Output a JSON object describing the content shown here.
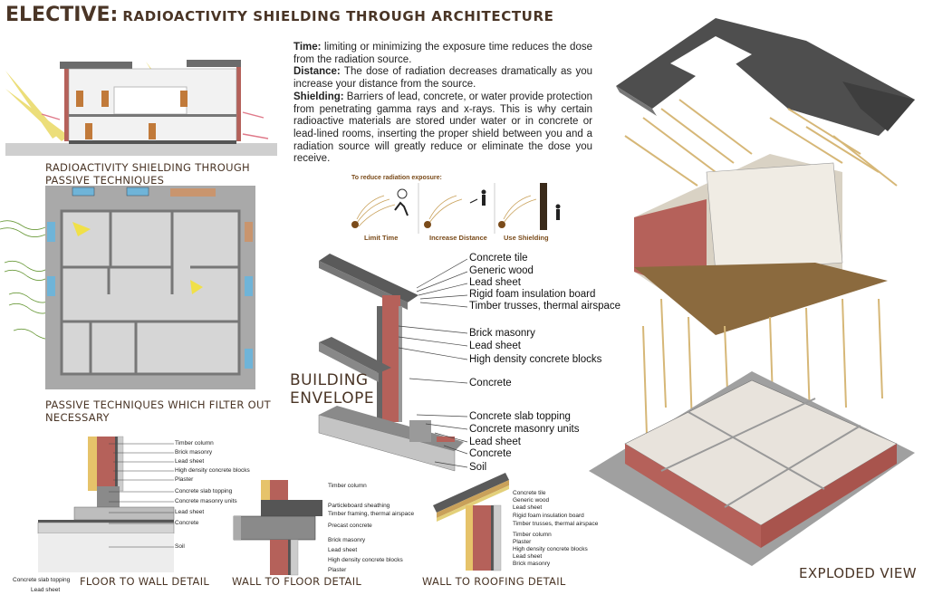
{
  "title": {
    "big": "ELECTIVE:",
    "small": "RADIOACTIVITY SHIELDING THROUGH ARCHITECTURE"
  },
  "section_caption": "RADIOACTIVITY SHIELDING THROUGH PASSIVE TECHNIQUES",
  "plan_caption": "PASSIVE TECHNIQUES WHICH FILTER OUT NECESSARY",
  "description": [
    {
      "term": "Time:",
      "text": " limiting or minimizing the exposure time reduces the dose from the radiation source."
    },
    {
      "term": "Distance:",
      "text": " The dose of radiation decreases dramatically as you increase your distance from the source."
    },
    {
      "term": "Shielding:",
      "text": " Barriers of lead, concrete, or water provide protection from penetrating gamma rays and x-rays. This is why certain radioactive materials are stored under water or in concrete or lead-lined rooms, inserting the proper shield between you and a radiation source will greatly reduce or eliminate the dose you receive."
    }
  ],
  "reduce_exposure": {
    "title": "To reduce radiation exposure:",
    "items": [
      "Limit Time",
      "Increase Distance",
      "Use Shielding"
    ]
  },
  "envelope": {
    "title_line1": "BUILDING",
    "title_line2": "ENVELOPE",
    "labels": [
      "Concrete tile",
      "Generic wood",
      "Lead sheet",
      "Rigid foam insulation board",
      "Timber trusses, thermal airspace",
      "Brick masonry",
      "Lead sheet",
      "High density concrete blocks",
      "Concrete",
      "Concrete slab topping",
      "Concrete masonry units",
      "Lead sheet",
      "Concrete",
      "Soil"
    ]
  },
  "floor_to_wall": {
    "title": "FLOOR TO WALL DETAIL",
    "labels": [
      "Timber column",
      "Brick masonry",
      "Lead sheet",
      "High density concrete blocks",
      "Plaster",
      "Concrete slab topping",
      "Concrete masonry units",
      "Lead sheet",
      "Concrete",
      "Soil"
    ],
    "bottom_labels": [
      "Concrete slab topping",
      "Lead sheet"
    ]
  },
  "wall_to_floor": {
    "title": "WALL TO FLOOR DETAIL",
    "labels": [
      "Timber column",
      "Particleboard sheathing",
      "Timber framing, thermal airspace",
      "Precast concrete",
      "Brick masonry",
      "Lead sheet",
      "High density concrete blocks",
      "Plaster"
    ]
  },
  "wall_to_roof": {
    "title": "WALL TO ROOFING DETAIL",
    "labels": [
      "Concrete tile",
      "Generic wood",
      "Lead sheet",
      "Rigid foam insulation board",
      "Timber trusses, thermal airspace",
      "Timber column",
      "Plaster",
      "High density concrete blocks",
      "Lead sheet",
      "Brick masonry"
    ]
  },
  "exploded_caption": "EXPLODED VIEW",
  "colors": {
    "accent": "#4a3526",
    "brick": "#b5615a",
    "concrete": "#9e9e9e",
    "wood": "#c9a15a",
    "lead": "#555555"
  }
}
